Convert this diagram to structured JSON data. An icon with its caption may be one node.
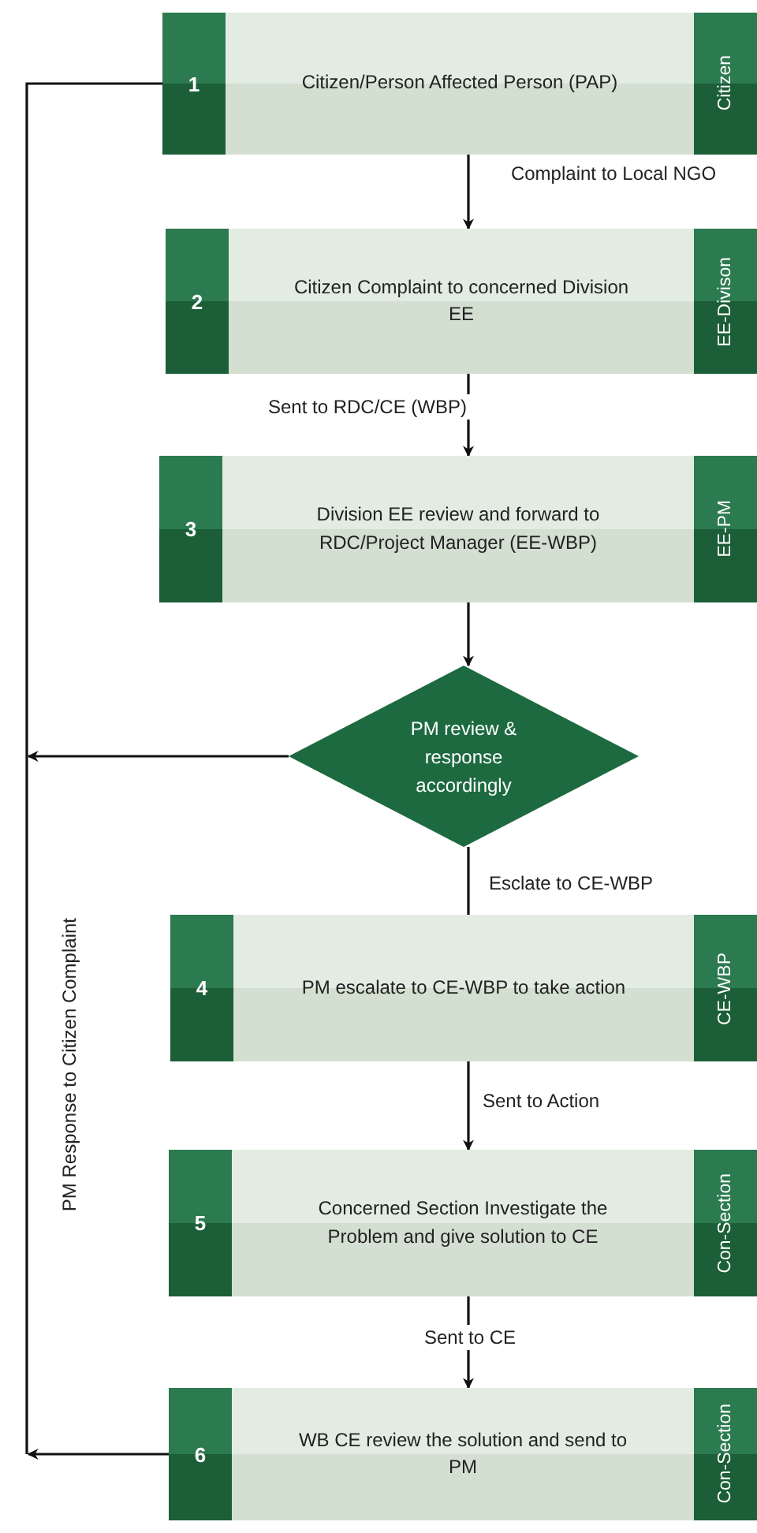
{
  "diagram": {
    "nodes": [
      {
        "text": [
          "1",
          "Citizen/Person Affected Person (PAP)",
          "Citizen"
        ]
      },
      {
        "text": [
          "2",
          "Citizen Complaint to concerned Division EE",
          "EE-Divison"
        ]
      },
      {
        "text": [
          "3",
          "Division EE review and forward to RDC/Project Manager (EE-WBP)",
          "EE-PM"
        ]
      },
      {
        "text": [
          "PM review & response accordingly"
        ]
      },
      {
        "text": [
          "4",
          "PM escalate to CE-WBP to take action",
          "CE-WBP"
        ]
      },
      {
        "text": [
          "5",
          "Concerned Section Investigate the Problem and give solution to CE",
          "Con-Section"
        ]
      },
      {
        "text": [
          "6",
          "WB CE review the solution and send to PM",
          "Con-Section"
        ]
      }
    ],
    "edges": [
      {
        "from": 0,
        "to": 1,
        "arrow": "to",
        "label": "Complaint to Local NGO"
      },
      {
        "from": 1,
        "to": 2,
        "arrow": "to",
        "label": "Sent to RDC/CE (WBP)"
      },
      {
        "from": 2,
        "to": 3,
        "arrow": "to"
      },
      {
        "from": 3,
        "to": 4,
        "arrow": "none",
        "label": "Esclate to CE-WBP"
      },
      {
        "from": 4,
        "to": 5,
        "arrow": "to",
        "label": "Sent to Action"
      },
      {
        "from": 5,
        "to": 6,
        "arrow": "to",
        "label": "Sent to CE"
      },
      {
        "from": 3,
        "to": null,
        "arrow": "to"
      },
      {
        "from": 6,
        "to": null,
        "arrow": "to"
      },
      {
        "from": null,
        "to": 0,
        "arrow": "none",
        "label": "PM Response to Citizen Complaint"
      }
    ]
  }
}
